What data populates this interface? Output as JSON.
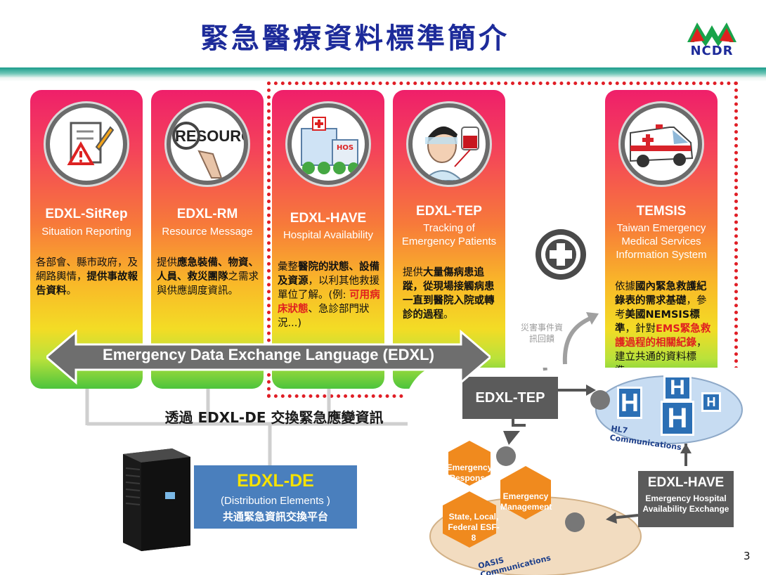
{
  "header": {
    "title": "緊急醫療資料標準簡介",
    "logo_text": "NCDR"
  },
  "cards": [
    {
      "id": "sitrep",
      "title": "EDXL-SitRep",
      "subtitle": [
        "Situation Reporting"
      ],
      "icon": "warning-document-icon",
      "body_html": "各部會、縣市政府，及網路輿情，<b>提供事故報告資料</b>。"
    },
    {
      "id": "rm",
      "title": "EDXL-RM",
      "subtitle": [
        "Resource Message"
      ],
      "icon": "resource-search-icon",
      "icon_text": "RESOURCE",
      "body_html": "提供<b>應急裝備、物資、人員、救災團隊</b>之需求與供應調度資訊。"
    },
    {
      "id": "have",
      "title": "EDXL-HAVE",
      "subtitle": [
        "Hospital Availability"
      ],
      "icon": "hospital-building-icon",
      "body_html": "彙整<b>醫院的狀態、設備及資源</b>，以利其他救援單位了解。(例: <span class=\"red\">可用病床狀態</span>、急診部門狀況...)"
    },
    {
      "id": "tep",
      "title": "EDXL-TEP",
      "subtitle": [
        "Tracking of",
        "Emergency Patients"
      ],
      "icon": "patient-blood-bag-icon",
      "body_html": "提供<b>大量傷病患追蹤，從現場接觸病患一直到醫院入院或轉診的過程</b>。"
    },
    {
      "id": "temsis",
      "title": "TEMSIS",
      "subtitle": [
        "Taiwan Emergency",
        "Medical Services",
        "Information System"
      ],
      "icon": "ambulance-icon",
      "body_html": "依據<b>國內緊急救護紀錄表的需求基礎</b>，參考<b>美國NEMSIS標準</b>，針對<span class=\"red\">EMS緊急救護過程的相關紀錄</span>，建立共通的資料標準。"
    }
  ],
  "edxl_arrow_label": "Emergency Data Exchange Language (EDXL)",
  "plus_icon": "plus-circle-icon",
  "de": {
    "caption": "透過 EDXL-DE 交換緊急應變資訊",
    "title": "EDXL-DE",
    "subtitle": "(Distribution Elements )",
    "subtitle2": "共通緊急資訊交換平台",
    "icon": "server-icon"
  },
  "diagram": {
    "tep_label": "EDXL-TEP",
    "have_title": "EDXL-HAVE",
    "have_sub": "Emergency Hospital Availability Exchange",
    "note": "災害事件資訊回饋",
    "hl7_label": "HL7 Communications",
    "oasis_label": "OASIS Communications",
    "hex_emergency_response": "Emergency Response",
    "hex_emergency_management": "Emergency Management",
    "hex_state": "State, Local, Federal ESF-8",
    "hospital_letter": "H"
  },
  "page_number": "3",
  "colors": {
    "title_blue": "#1d2b9a",
    "card_top": "#ef1f6a",
    "card_bottom": "#4cc43c",
    "dashed_red": "#e01e26",
    "de_box": "#4a7fbd",
    "de_title": "#f6e200",
    "diagram_box": "#5b5b5b",
    "hex_orange": "#f08a1e",
    "hospital_blue": "#2b6fb5"
  }
}
